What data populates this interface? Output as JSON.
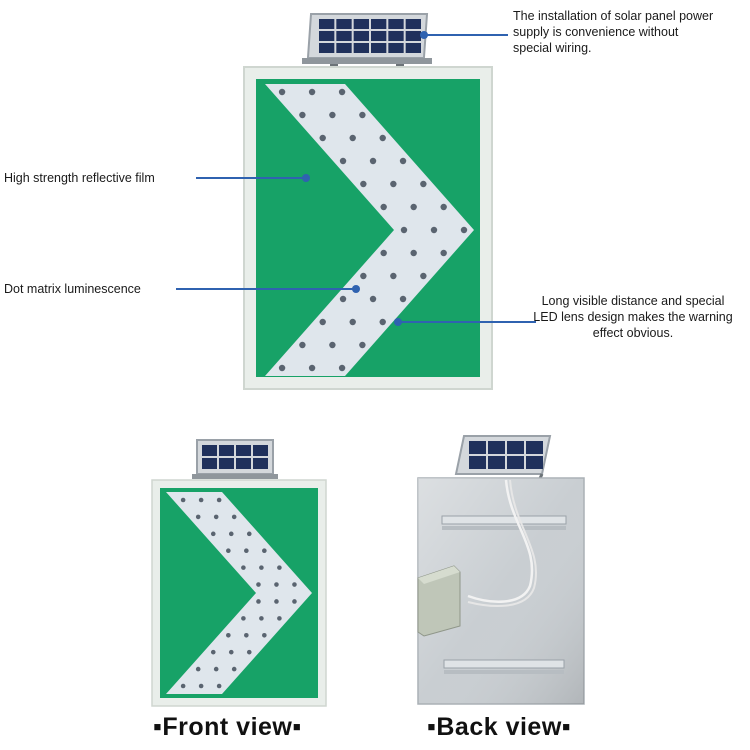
{
  "callouts": {
    "solar": "The installation of solar panel power supply is convenience without special wiring.",
    "film": "High strength reflective film",
    "dot_matrix": "Dot matrix luminescence",
    "led": "Long visible distance and special LED lens design makes the warning effect obvious."
  },
  "views": {
    "front": "▪Front view▪",
    "back": "▪Back view▪"
  },
  "colors": {
    "sign_green": "#17a267",
    "sign_border": "#e9eeea",
    "chevron": "#dfe6ec",
    "led": "#5a6470",
    "callout_line": "#2f62b0",
    "panel_metal": "#c9ced2",
    "solar_cell": "#20315c"
  },
  "icons": [
    "solar-panel-icon",
    "led-chevron-sign-icon",
    "junction-box-icon"
  ]
}
